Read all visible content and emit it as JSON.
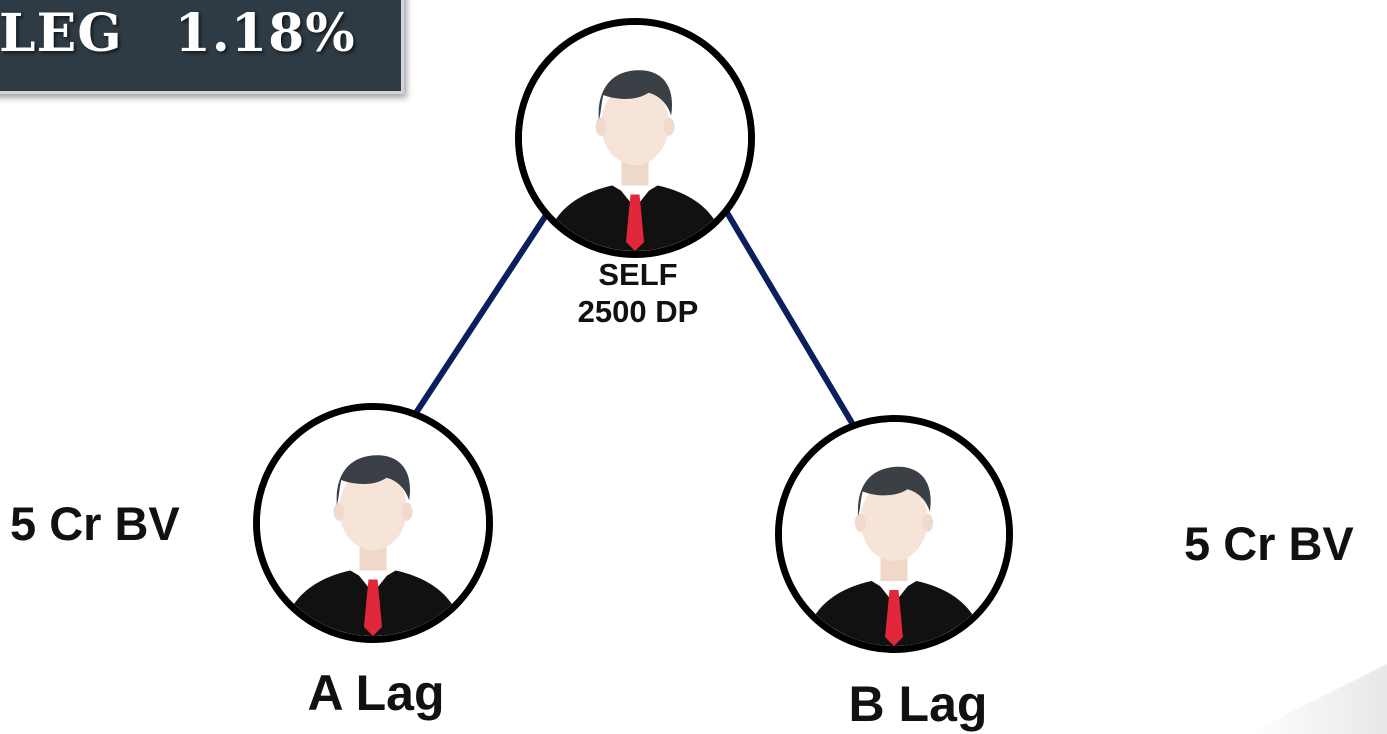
{
  "banner": {
    "leg": "LEG",
    "percent": "1.18%"
  },
  "nodes": {
    "self": {
      "name": "SELF",
      "points": "2500 DP"
    },
    "a_leg": {
      "name": "A Lag",
      "bv": "5 Cr BV"
    },
    "b_leg": {
      "name": "B Lag",
      "bv": "5 Cr BV"
    }
  },
  "colors": {
    "connector": "#0b1f5c",
    "banner_bg": "#2f3b44",
    "avatar_tie": "#e0283a",
    "avatar_suit": "#111111",
    "avatar_skin": "#f6e4d8",
    "avatar_hair": "#3a4046"
  },
  "icons": {
    "avatar": "businessman-avatar-icon"
  }
}
